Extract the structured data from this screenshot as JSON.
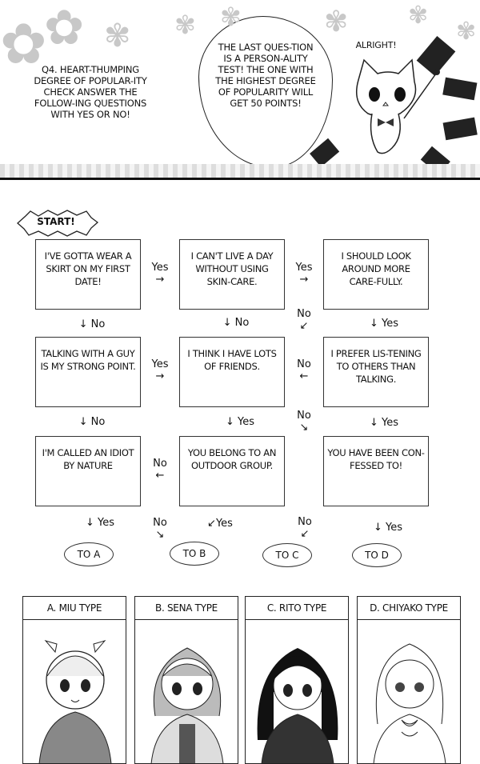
{
  "header": {
    "question_text": "Q4. Heart-thumping degree of popular-ity check answer the follow-ing questions with yes or no!",
    "bubble_text": "The last ques-tion is a person-ality test! The one with the highest degree of popularity will get 50 points!",
    "cat_exclaim": "Alright!"
  },
  "flowchart": {
    "start_label": "START!",
    "boxes": [
      "I've gotta wear a skirt on my first date!",
      "I can't live a day without using skin-care.",
      "I should look around more care-fully.",
      "Talking with a guy is my strong point.",
      "I think I have lots of friends.",
      "I prefer lis-tening to others than talking.",
      "I'm called an idiot by nature",
      "You belong to an outdoor group.",
      "You have been con-fessed to!"
    ],
    "arrows": [
      {
        "label": "Yes",
        "glyph": "→"
      },
      {
        "label": "Yes",
        "glyph": "→"
      },
      {
        "label": "No",
        "glyph": "↓"
      },
      {
        "label": "No",
        "glyph": "↓"
      },
      {
        "label": "No",
        "glyph": "↙"
      },
      {
        "label": "Yes",
        "glyph": "↓"
      },
      {
        "label": "Yes",
        "glyph": "→"
      },
      {
        "label": "No",
        "glyph": "←"
      },
      {
        "label": "No",
        "glyph": "↓"
      },
      {
        "label": "Yes",
        "glyph": "↓"
      },
      {
        "label": "No",
        "glyph": "↘"
      },
      {
        "label": "Yes",
        "glyph": "↓"
      },
      {
        "label": "No",
        "glyph": "←"
      },
      {
        "label": "Yes",
        "glyph": "↓"
      },
      {
        "label": "No",
        "glyph": "↘"
      },
      {
        "label": "Yes",
        "glyph": "↙"
      },
      {
        "label": "No",
        "glyph": "↙"
      },
      {
        "label": "Yes",
        "glyph": "↓"
      }
    ],
    "results": [
      "TO A",
      "TO B",
      "TO C",
      "TO D"
    ]
  },
  "types": [
    "A. Miu Type",
    "B. Sena Type",
    "C. Rito Type",
    "D. Chiyako Type"
  ]
}
